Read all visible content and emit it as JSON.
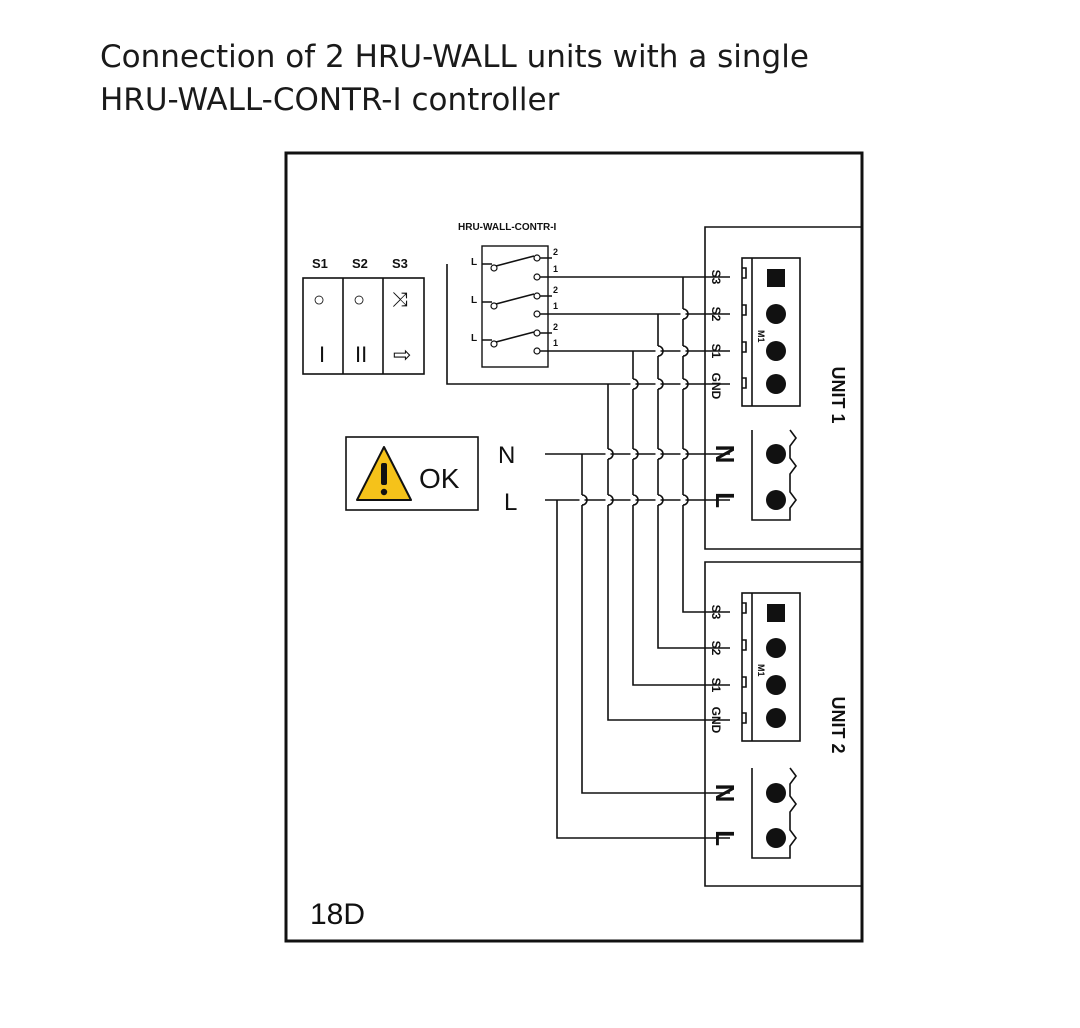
{
  "title": {
    "line1": "Connection of 2 HRU-WALL units with a single",
    "line2": "HRU-WALL-CONTR-I controller"
  },
  "diagram": {
    "figure_id": "18D",
    "controller_label": "HRU-WALL-CONTR-I",
    "switch_headers": [
      "S1",
      "S2",
      "S3"
    ],
    "switch_symbols_top": [
      "○",
      "○",
      "⤨"
    ],
    "switch_symbols_bottom": [
      "I",
      "II",
      "⇨"
    ],
    "relay_input_label": "L",
    "relay_contact_labels": [
      "2",
      "1",
      "2",
      "1",
      "2",
      "1"
    ],
    "warning_text": "OK",
    "supply_labels": [
      "N",
      "L"
    ],
    "units": [
      {
        "name": "UNIT 1",
        "control_terminals": [
          "S3",
          "S2",
          "S1",
          "GND"
        ],
        "connector_marker": "M1",
        "power_terminals": [
          "N",
          "L"
        ]
      },
      {
        "name": "UNIT 2",
        "control_terminals": [
          "S3",
          "S2",
          "S1",
          "GND"
        ],
        "connector_marker": "M1",
        "power_terminals": [
          "N",
          "L"
        ]
      }
    ]
  }
}
